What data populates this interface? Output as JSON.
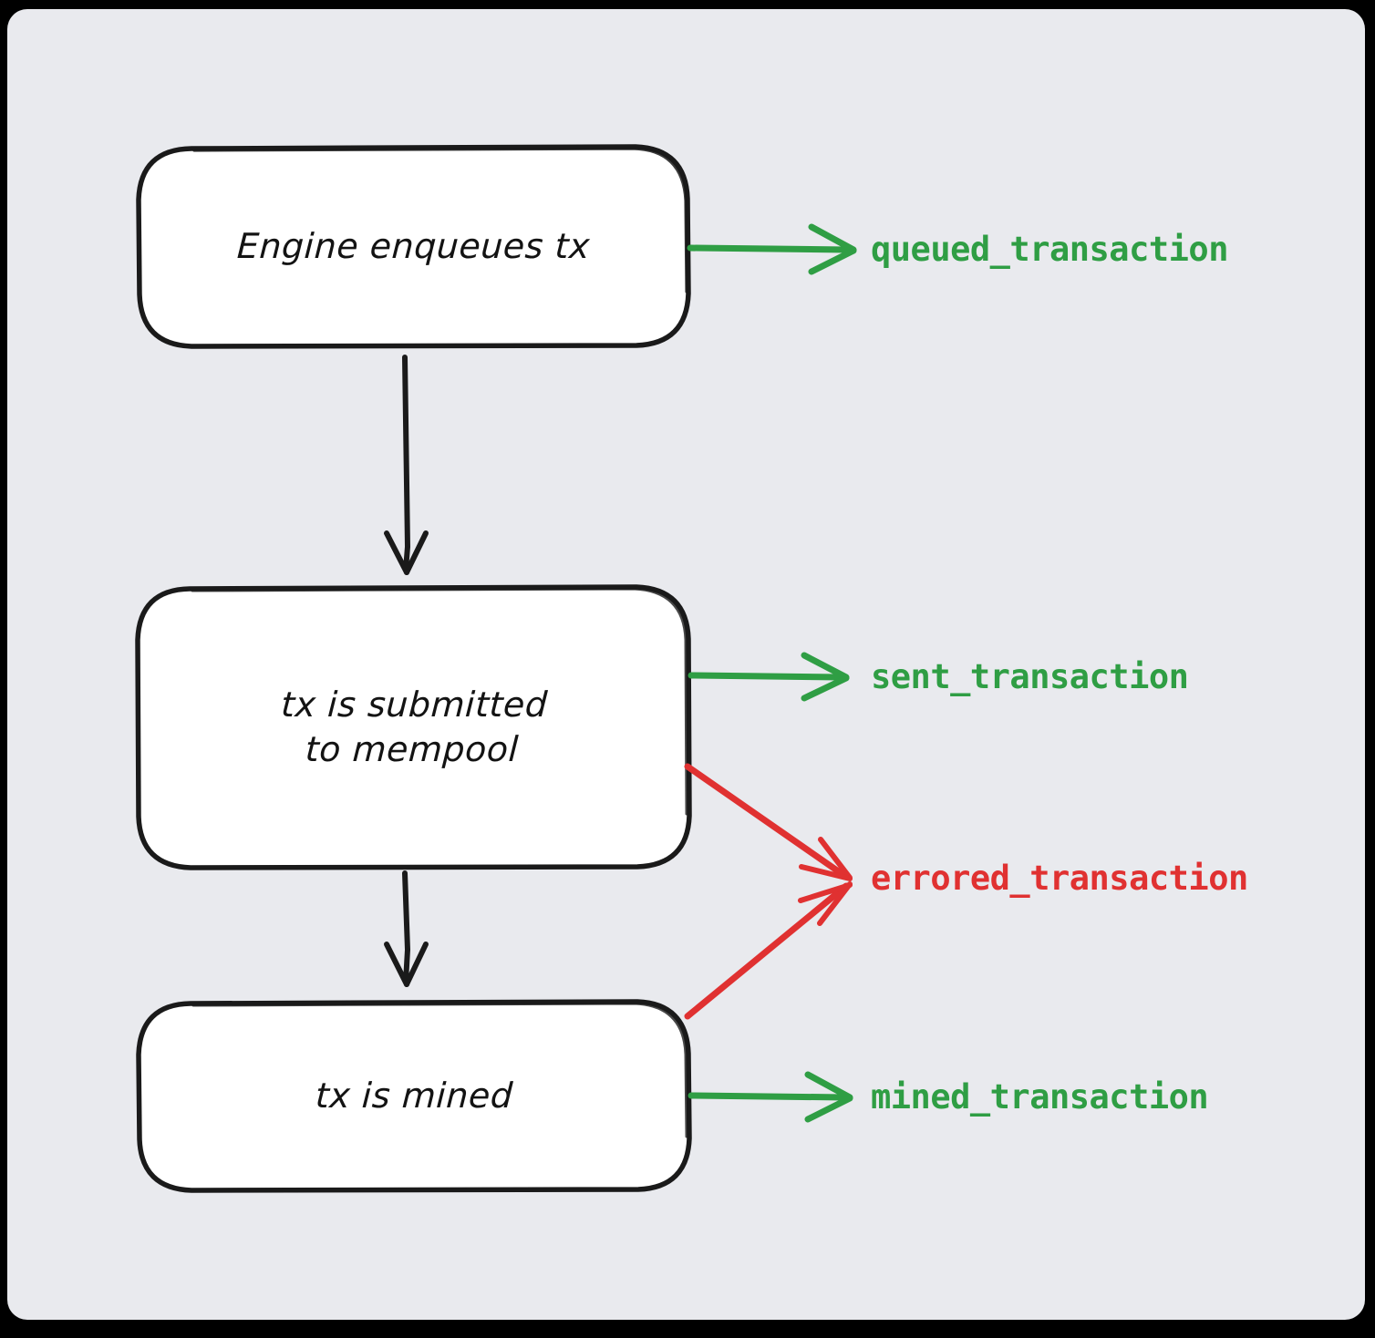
{
  "diagram": {
    "title": "Transaction lifecycle flowchart",
    "style": "hand-drawn sketch (excalidraw/rough)",
    "background_color": "#e9eaee",
    "node_fill_color": "#ffffff",
    "node_stroke_color": "#1a1a1a",
    "success_color": "#2f9e44",
    "error_color": "#e03131",
    "flow_arrow_color": "#1a1a1a"
  },
  "nodes": [
    {
      "id": "enqueue",
      "label": "Engine enqueues tx",
      "lines": [
        "Engine enqueues tx"
      ]
    },
    {
      "id": "submit",
      "label": "tx is submitted\nto mempool",
      "lines": [
        "tx is submitted",
        "to mempool"
      ]
    },
    {
      "id": "mined",
      "label": "tx is mined",
      "lines": [
        "tx is mined"
      ]
    }
  ],
  "events": [
    {
      "id": "queued",
      "label": "queued_transaction",
      "color": "#2f9e44",
      "status": "success",
      "from": "enqueue"
    },
    {
      "id": "sent",
      "label": "sent_transaction",
      "color": "#2f9e44",
      "status": "success",
      "from": "submit"
    },
    {
      "id": "errored",
      "label": "errored_transaction",
      "color": "#e03131",
      "status": "error",
      "from": [
        "submit",
        "mined"
      ]
    },
    {
      "id": "mined_event",
      "label": "mined_transaction",
      "color": "#2f9e44",
      "status": "success",
      "from": "mined"
    }
  ],
  "edges": [
    {
      "from": "enqueue",
      "to": "submit",
      "kind": "flow",
      "color": "#1a1a1a"
    },
    {
      "from": "submit",
      "to": "mined",
      "kind": "flow",
      "color": "#1a1a1a"
    },
    {
      "from": "enqueue",
      "to": "queued",
      "kind": "event",
      "color": "#2f9e44"
    },
    {
      "from": "submit",
      "to": "sent",
      "kind": "event",
      "color": "#2f9e44"
    },
    {
      "from": "submit",
      "to": "errored",
      "kind": "event",
      "color": "#e03131"
    },
    {
      "from": "mined",
      "to": "errored",
      "kind": "event",
      "color": "#e03131"
    },
    {
      "from": "mined",
      "to": "mined_event",
      "kind": "event",
      "color": "#2f9e44"
    }
  ]
}
